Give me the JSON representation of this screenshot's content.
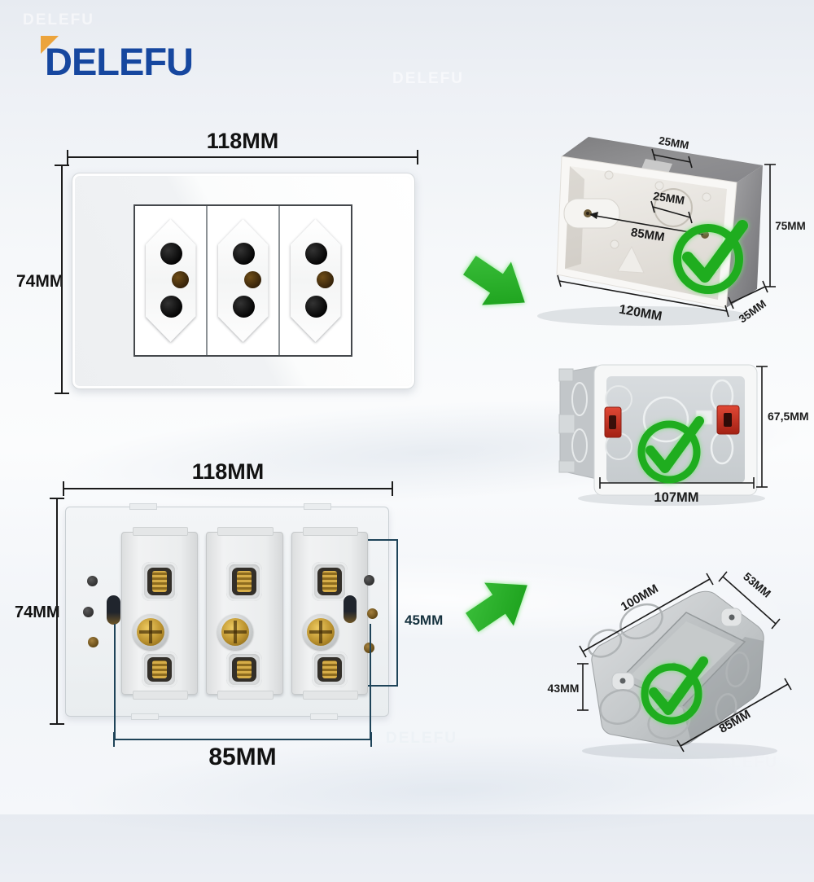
{
  "brand": {
    "logo_text": "DELEFU",
    "logo_color": "#16479f",
    "logo_accent": "#eca43c"
  },
  "watermark": {
    "text": "DELEFU"
  },
  "colors": {
    "accent_green": "#1fad1f",
    "dimension_line": "#1b1b1b",
    "back_dimension_line": "#1f4459",
    "clamp_red": "#cf3a2b",
    "logo_blue": "#16479f"
  },
  "front_view": {
    "width_label": "118MM",
    "height_label": "74MM",
    "socket_count": 3
  },
  "back_view": {
    "width_label": "118MM",
    "height_label": "74MM",
    "module_height_label": "45MM",
    "screw_distance_label": "85MM"
  },
  "surface_box": {
    "notch_label": "25MM",
    "hole_label": "25MM",
    "screw_distance_label": "85MM",
    "height_label": "75MM",
    "width_label": "120MM",
    "depth_label": "35MM"
  },
  "flush_box": {
    "height_label": "67,5MM",
    "width_label": "107MM"
  },
  "metal_box": {
    "width_label": "100MM",
    "depth_label": "53MM",
    "height_label": "43MM",
    "screw_distance_label": "85MM"
  }
}
